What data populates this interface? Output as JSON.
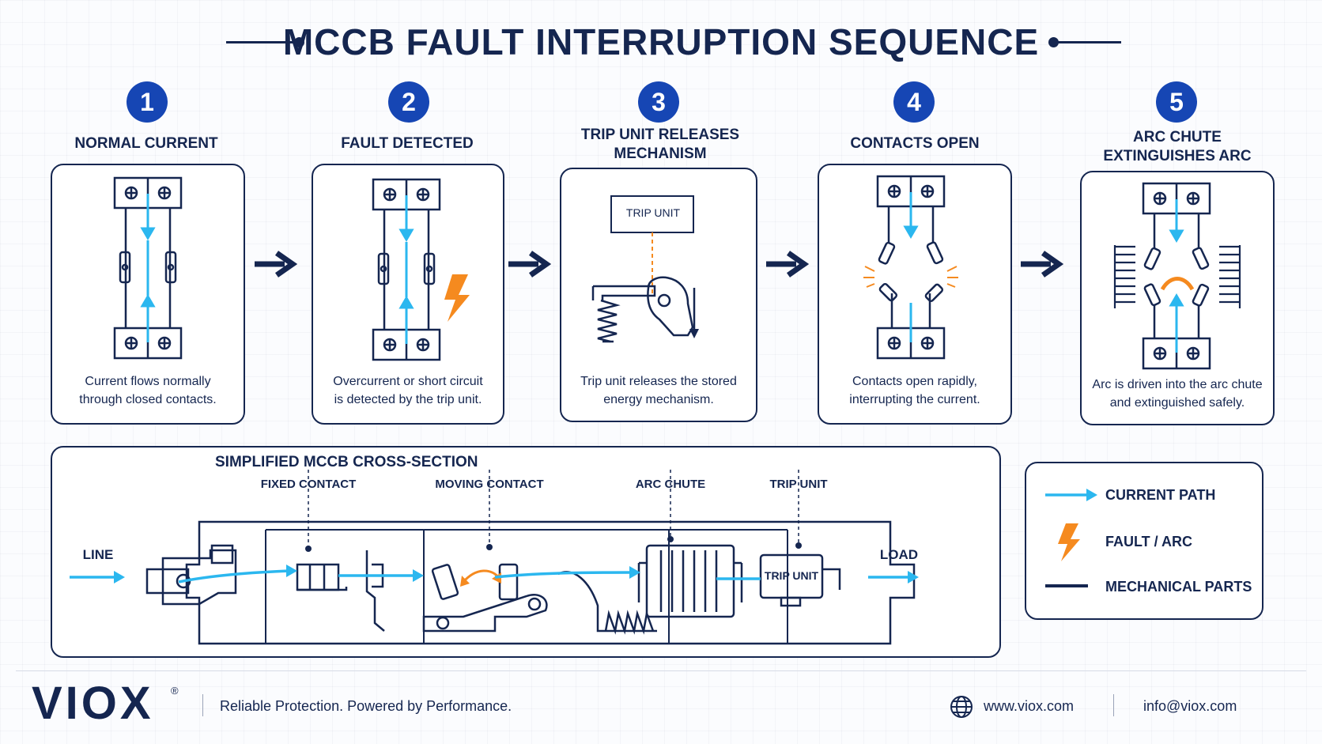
{
  "title": "MCCB FAULT INTERRUPTION SEQUENCE",
  "steps": [
    {
      "number": "1",
      "title": "NORMAL CURRENT",
      "desc_line1": "Current flows normally",
      "desc_line2": "through closed contacts."
    },
    {
      "number": "2",
      "title": "FAULT DETECTED",
      "desc_line1": "Overcurrent or short circuit",
      "desc_line2": "is detected by the trip unit."
    },
    {
      "number": "3",
      "title_line1": "TRIP UNIT RELEASES",
      "title_line2": "MECHANISM",
      "inner_label": "TRIP UNIT",
      "desc_line1": "Trip unit releases the stored",
      "desc_line2": "energy mechanism."
    },
    {
      "number": "4",
      "title": "CONTACTS OPEN",
      "desc_line1": "Contacts open rapidly,",
      "desc_line2": "interrupting the current."
    },
    {
      "number": "5",
      "title_line1": "ARC CHUTE",
      "title_line2": "EXTINGUISHES ARC",
      "desc_line1": "Arc is driven into the arc chute",
      "desc_line2": "and extinguished safely."
    }
  ],
  "cross_section": {
    "title": "SIMPLIFIED MCCB CROSS-SECTION",
    "labels": {
      "fixed_contact": "FIXED CONTACT",
      "moving_contact": "MOVING CONTACT",
      "arc_chute": "ARC CHUTE",
      "trip_unit": "TRIP UNIT",
      "line": "LINE",
      "load": "LOAD",
      "trip_unit_inner": "TRIP UNIT"
    }
  },
  "legend": {
    "current_path": "CURRENT PATH",
    "fault_arc": "FAULT / ARC",
    "mechanical_parts": "MECHANICAL PARTS"
  },
  "footer": {
    "brand": "VIOX",
    "registered": "®",
    "tagline": "Reliable Protection.  Powered by Performance.",
    "website": "www.viox.com",
    "email": "info@viox.com",
    "website_icon": "globe-icon"
  },
  "colors": {
    "navy": "#152650",
    "badge_blue": "#1646b4",
    "current_cyan": "#2bb7ef",
    "fault_orange": "#f58a1f"
  }
}
